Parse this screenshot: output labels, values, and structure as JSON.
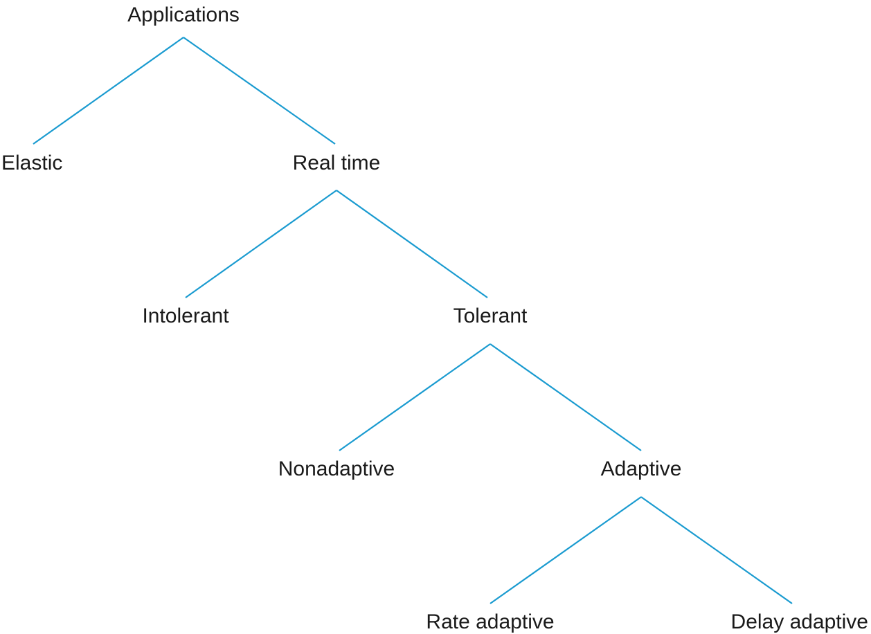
{
  "tree": {
    "root": "Applications",
    "nodes": {
      "applications": "Applications",
      "elastic": "Elastic",
      "real_time": "Real time",
      "intolerant": "Intolerant",
      "tolerant": "Tolerant",
      "nonadaptive": "Nonadaptive",
      "adaptive": "Adaptive",
      "rate_adaptive": "Rate adaptive",
      "delay_adaptive": "Delay adaptive"
    },
    "edges": [
      [
        "applications",
        "elastic"
      ],
      [
        "applications",
        "real_time"
      ],
      [
        "real_time",
        "intolerant"
      ],
      [
        "real_time",
        "tolerant"
      ],
      [
        "tolerant",
        "nonadaptive"
      ],
      [
        "tolerant",
        "adaptive"
      ],
      [
        "adaptive",
        "rate_adaptive"
      ],
      [
        "adaptive",
        "delay_adaptive"
      ]
    ]
  },
  "colors": {
    "edge": "#1a9bd0",
    "text": "#1a1a1a"
  }
}
